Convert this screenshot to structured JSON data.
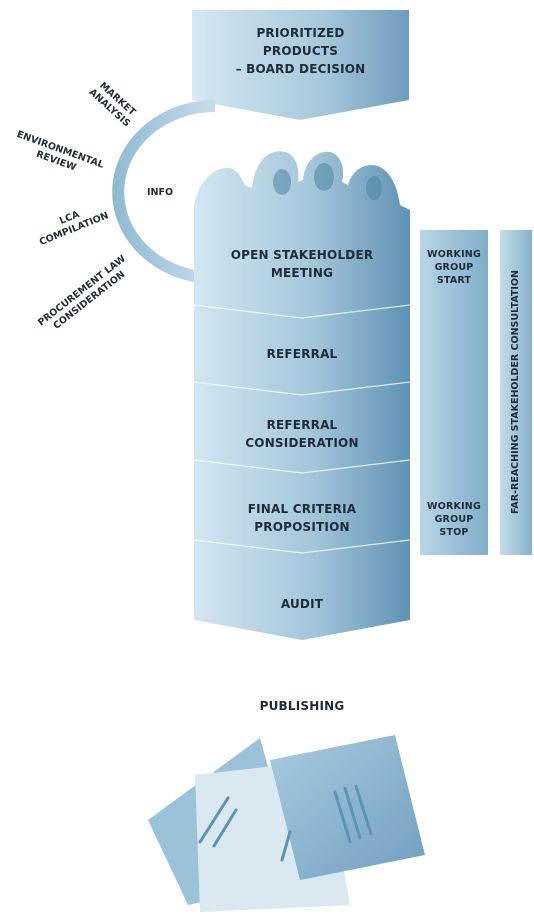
{
  "top_box": {
    "label": "PRIORITIZED PRODUCTS – BOARD DECISION",
    "lines": [
      "PRIORITIZED",
      "PRODUCTS",
      "– BOARD DECISION"
    ]
  },
  "info": {
    "label": "INFO",
    "items": [
      {
        "lines": [
          "MARKET",
          "ANALYSIS"
        ]
      },
      {
        "lines": [
          "ENVIRONMENTAL",
          "REVIEW"
        ]
      },
      {
        "lines": [
          "LCA",
          "COMPILATION"
        ]
      },
      {
        "lines": [
          "PROCUREMENT LAW",
          "CONSIDERATION"
        ]
      }
    ]
  },
  "steps": [
    {
      "lines": [
        "OPEN STAKEHOLDER",
        "MEETING"
      ]
    },
    {
      "lines": [
        "REFERRAL"
      ]
    },
    {
      "lines": [
        "REFERRAL",
        "CONSIDERATION"
      ]
    },
    {
      "lines": [
        "FINAL CRITERIA",
        "PROPOSITION"
      ]
    },
    {
      "lines": [
        "AUDIT"
      ]
    }
  ],
  "working_group": {
    "start": [
      "WORKING",
      "GROUP",
      "START"
    ],
    "stop": [
      "WORKING",
      "GROUP",
      "STOP"
    ]
  },
  "consultation_label": "FAR-REACHING STAKEHOLDER CONSULTATION",
  "publishing_label": "PUBLISHING",
  "colors": {
    "light": "#cfe3ef",
    "mid": "#9fc4da",
    "dark": "#5a8fb0",
    "deep": "#3f7597",
    "arc": "#a9c9dd"
  }
}
